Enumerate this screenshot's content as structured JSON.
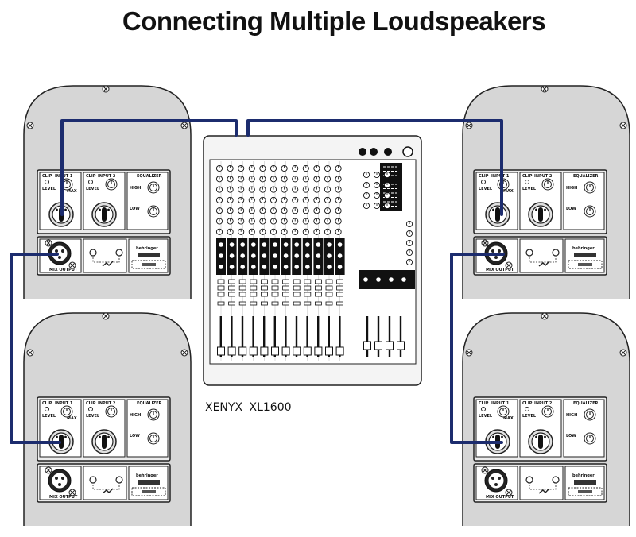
{
  "title": "Connecting Multiple Loudspeakers",
  "mixer": {
    "model_label": "XENYX  XL1600"
  },
  "speaker_panel": {
    "input1_label": "INPUT 1",
    "input2_label": "INPUT 2",
    "equalizer_label": "EQUALIZER",
    "level_label": "LEVEL",
    "clip_label": "CLIP",
    "max_label": "MAX",
    "high_label": "HIGH",
    "low_label": "LOW",
    "mix_output_label": "MIX OUTPUT",
    "brand_label": "behringer"
  },
  "colors": {
    "cable": "#1c2c6e",
    "cabinet": "#d6d6d6",
    "panel": "#ececec",
    "outline": "#222222"
  }
}
